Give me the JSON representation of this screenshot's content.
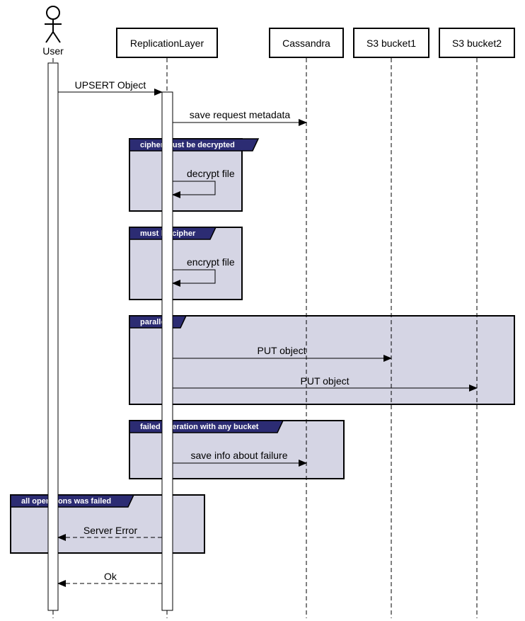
{
  "participants": {
    "user": "User",
    "replication": "ReplicationLayer",
    "cassandra": "Cassandra",
    "s3_1": "S3 bucket1",
    "s3_2": "S3 bucket2"
  },
  "frames": {
    "decrypt": "cipher must be decrypted",
    "cipher": "must be cipher",
    "parallel": "parallel",
    "failed_any": "failed operation with any bucket",
    "all_failed": "all operations was failed"
  },
  "messages": {
    "upsert": "UPSERT Object",
    "save_meta": "save request metadata",
    "decrypt": "decrypt file",
    "encrypt": "encrypt file",
    "put1": "PUT object",
    "put2": "PUT object",
    "save_failure": "save info about failure",
    "server_error": "Server Error",
    "ok": "Ok"
  },
  "colors": {
    "frame_fill": "#d5d5e4",
    "frame_tab": "#2c2c73",
    "line": "#000000"
  }
}
